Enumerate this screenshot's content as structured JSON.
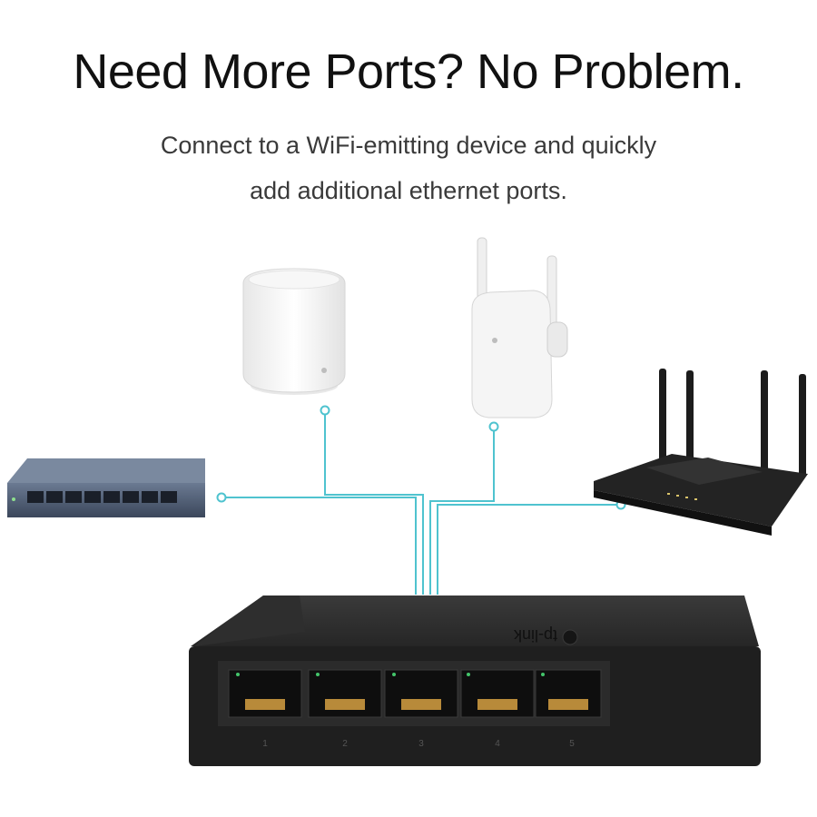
{
  "headline": "Need More Ports? No Problem.",
  "subheadline": {
    "line1": "Connect to a WiFi-emitting device and quickly",
    "line2": "add additional ethernet ports."
  },
  "brand_mark": "tp-link",
  "port_numbers": [
    "1",
    "2",
    "3",
    "4",
    "5"
  ],
  "colors": {
    "connector": "#4fc3cf",
    "device_dark": "#1e1e1e",
    "device_white": "#f4f4f4",
    "switch_blue": "#4a5a73"
  },
  "devices": [
    "mesh-unit",
    "range-extender",
    "router",
    "8-port-switch",
    "5-port-switch"
  ]
}
